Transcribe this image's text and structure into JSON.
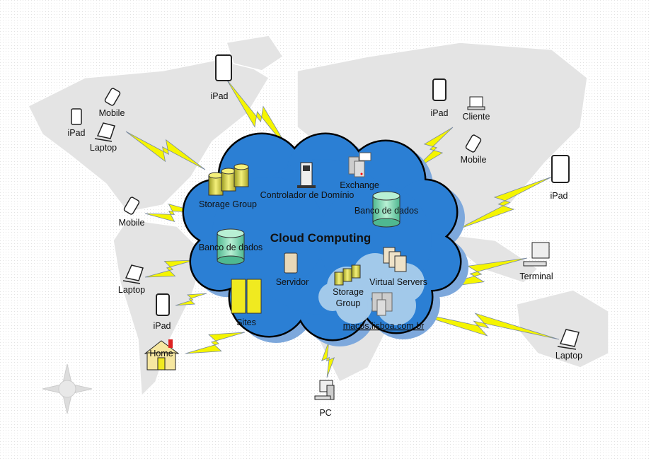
{
  "cloud": {
    "title": "Cloud Computing",
    "items": {
      "storage_group": "Storage Group",
      "domain_controller": "Controlador de Domínio",
      "exchange": "Exchange",
      "database_right": "Banco de dados",
      "database_left": "Banco de dados",
      "server": "Servidor",
      "sites": "Sites",
      "virtual_servers": "Virtual Servers",
      "inner_storage_line1": "Storage",
      "inner_storage_line2": "Group",
      "url": "macos.lisboa.com.br"
    }
  },
  "devices": {
    "ipad_top": "iPad",
    "mobile_nw": "Mobile",
    "ipad_nw": "iPad",
    "laptop_nw": "Laptop",
    "mobile_w": "Mobile",
    "laptop_sw": "Laptop",
    "ipad_sw": "iPad",
    "home": "Home",
    "pc": "PC",
    "ipad_ne": "iPad",
    "cliente": "Cliente",
    "mobile_ne": "Mobile",
    "ipad_e": "iPad",
    "terminal": "Terminal",
    "laptop_se": "Laptop"
  },
  "colors": {
    "cloud": "#2b7fd4",
    "cloud_shadow": "#7da8dc",
    "inner_cloud": "#a9cdec",
    "bolt": "#f5f500",
    "land": "#e6e6e6"
  }
}
